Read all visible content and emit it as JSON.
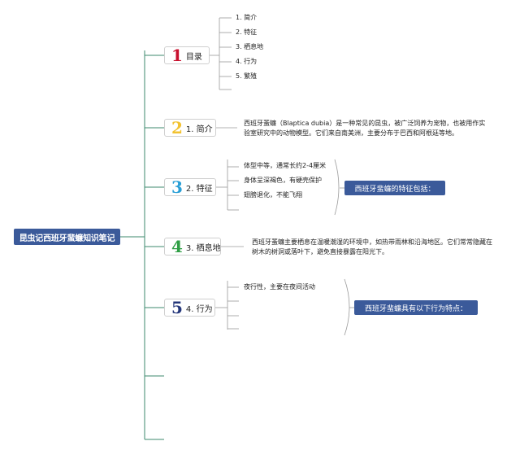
{
  "root": "昆虫记西班牙蜚蠊知识笔记",
  "branches": [
    {
      "num": "1",
      "color": "#c8102e",
      "label": "目录",
      "leaves": [
        "1. 简介",
        "2. 特征",
        "3. 栖息地",
        "4. 行为",
        "5. 繁殖"
      ]
    },
    {
      "num": "2",
      "color": "#f2c230",
      "label": "1. 简介",
      "text": "西班牙蜚蠊（Blaptica dubia）是一种常见的昆虫，被广泛饲养为宠物，也被用作实验室研究中的动物模型。它们来自南美洲，主要分布于巴西和阿根廷等地。"
    },
    {
      "num": "3",
      "color": "#2a9fd6",
      "label": "2. 特征",
      "leaves": [
        "体型中等，通常长约2-4厘米",
        "身体呈深褐色，有硬壳保护",
        "翅膀退化，不能飞翔"
      ],
      "callout": "西班牙蜚蠊的特征包括："
    },
    {
      "num": "4",
      "color": "#2e9e44",
      "label": "3. 栖息地",
      "text": "西班牙蜚蠊主要栖息在温暖潮湿的环境中，如热带雨林和沿海地区。它们常常隐藏在树木的树洞或落叶下，避免直接暴露在阳光下。"
    },
    {
      "num": "5",
      "color": "#24367a",
      "label": "4. 行为",
      "leaves": [
        "夜行性，主要在夜间活动"
      ],
      "callout": "西班牙蜚蠊具有以下行为特点："
    }
  ],
  "line_color": "#3c8a6e"
}
